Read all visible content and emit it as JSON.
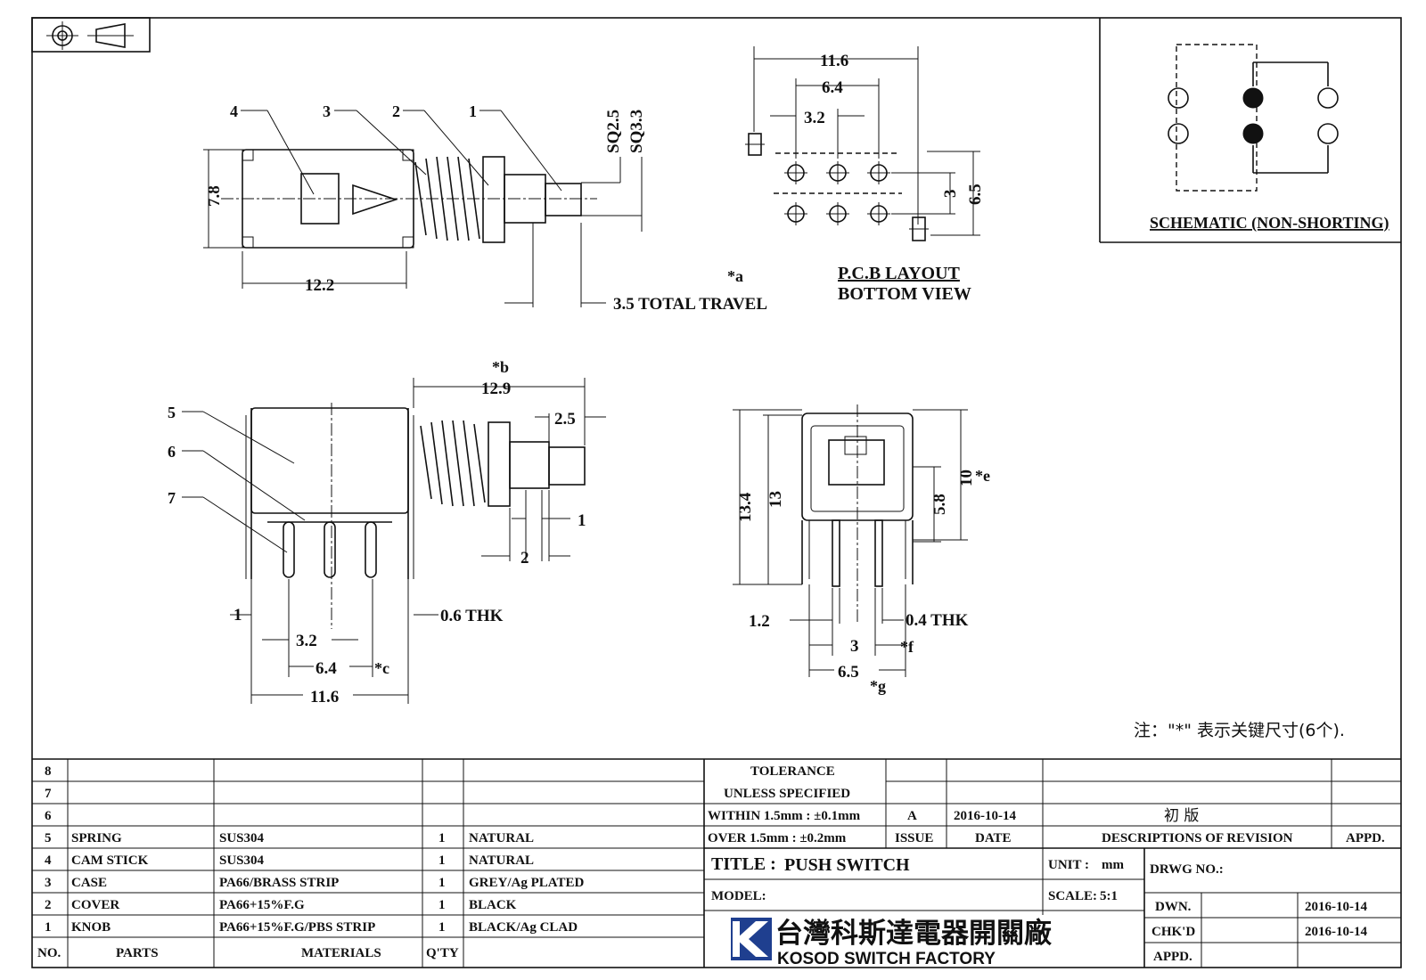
{
  "top_view": {
    "callouts": [
      "4",
      "3",
      "2",
      "1"
    ],
    "dims": {
      "height": "7.8",
      "length": "12.2",
      "sq_small": "SQ2.5",
      "sq_large": "SQ3.3",
      "travel": "3.5 TOTAL TRAVEL",
      "key_a": "*a"
    }
  },
  "pcb": {
    "dims": {
      "w_outer": "11.6",
      "w_mid": "6.4",
      "w_inner": "3.2",
      "h_inner": "3",
      "h_outer": "6.5"
    },
    "title_line1": "P.C.B LAYOUT",
    "title_line2": "BOTTOM VIEW"
  },
  "schematic": {
    "label": "SCHEMATIC (NON-SHORTING)"
  },
  "side_view": {
    "callouts": [
      "5",
      "6",
      "7"
    ],
    "dims": {
      "key_b": "*b",
      "length": "12.9",
      "knob": "2.5",
      "d1": "1",
      "d2": "2",
      "edge": "1",
      "pitch1": "3.2",
      "pitch2": "6.4",
      "key_c": "*c",
      "width": "11.6",
      "thk": "0.6 THK"
    }
  },
  "front_view": {
    "dims": {
      "h_total": "13.4",
      "h_body": "13",
      "h_pin": "5.8",
      "h_knob": "10",
      "key_e": "*e",
      "pin_w": "1.2",
      "thk": "0.4 THK",
      "pitch": "3",
      "key_f": "*f",
      "width": "6.5",
      "key_g": "*g"
    }
  },
  "note": "注：\"*\"  表示关键尺寸(6个).",
  "bom": {
    "rows": [
      {
        "no": "8",
        "part": "",
        "material": "",
        "qty": "",
        "finish": ""
      },
      {
        "no": "7",
        "part": "",
        "material": "",
        "qty": "",
        "finish": ""
      },
      {
        "no": "6",
        "part": "",
        "material": "",
        "qty": "",
        "finish": ""
      },
      {
        "no": "5",
        "part": "SPRING",
        "material": "SUS304",
        "qty": "1",
        "finish": "NATURAL"
      },
      {
        "no": "4",
        "part": "CAM STICK",
        "material": "SUS304",
        "qty": "1",
        "finish": "NATURAL"
      },
      {
        "no": "3",
        "part": "CASE",
        "material": "PA66/BRASS STRIP",
        "qty": "1",
        "finish": "GREY/Ag PLATED"
      },
      {
        "no": "2",
        "part": "COVER",
        "material": "PA66+15%F.G",
        "qty": "1",
        "finish": "BLACK"
      },
      {
        "no": "1",
        "part": "KNOB",
        "material": "PA66+15%F.G/PBS STRIP",
        "qty": "1",
        "finish": "BLACK/Ag CLAD"
      }
    ],
    "headers": {
      "no": "NO.",
      "parts": "PARTS",
      "materials": "MATERIALS",
      "qty": "Q'TY"
    }
  },
  "title_block": {
    "tolerance_1": "TOLERANCE",
    "tolerance_2": "UNLESS  SPECIFIED",
    "within": "WITHIN 1.5mm : ±0.1mm",
    "over": "OVER 1.5mm : ±0.2mm",
    "issue_val": "A",
    "date_val": "2016-10-14",
    "desc_val": "初  版",
    "issue_hdr": "ISSUE",
    "date_hdr": "DATE",
    "desc_hdr": "DESCRIPTIONS OF REVISION",
    "appd_hdr": "APPD.",
    "title_lbl": "TITLE :",
    "title_val": "PUSH SWITCH",
    "unit_lbl": "UNIT :",
    "unit_val": "mm",
    "drwg_lbl": "DRWG NO.:",
    "model_lbl": "MODEL:",
    "scale_lbl": "SCALE:",
    "scale_val": "5:1",
    "dwn_lbl": "DWN.",
    "dwn_date": "2016-10-14",
    "chkd_lbl": "CHK'D",
    "chkd_date": "2016-10-14",
    "appd_lbl": "APPD.",
    "company_cn": "台灣科斯達電器開關廠",
    "company_en": "KOSOD SWITCH FACTORY"
  }
}
